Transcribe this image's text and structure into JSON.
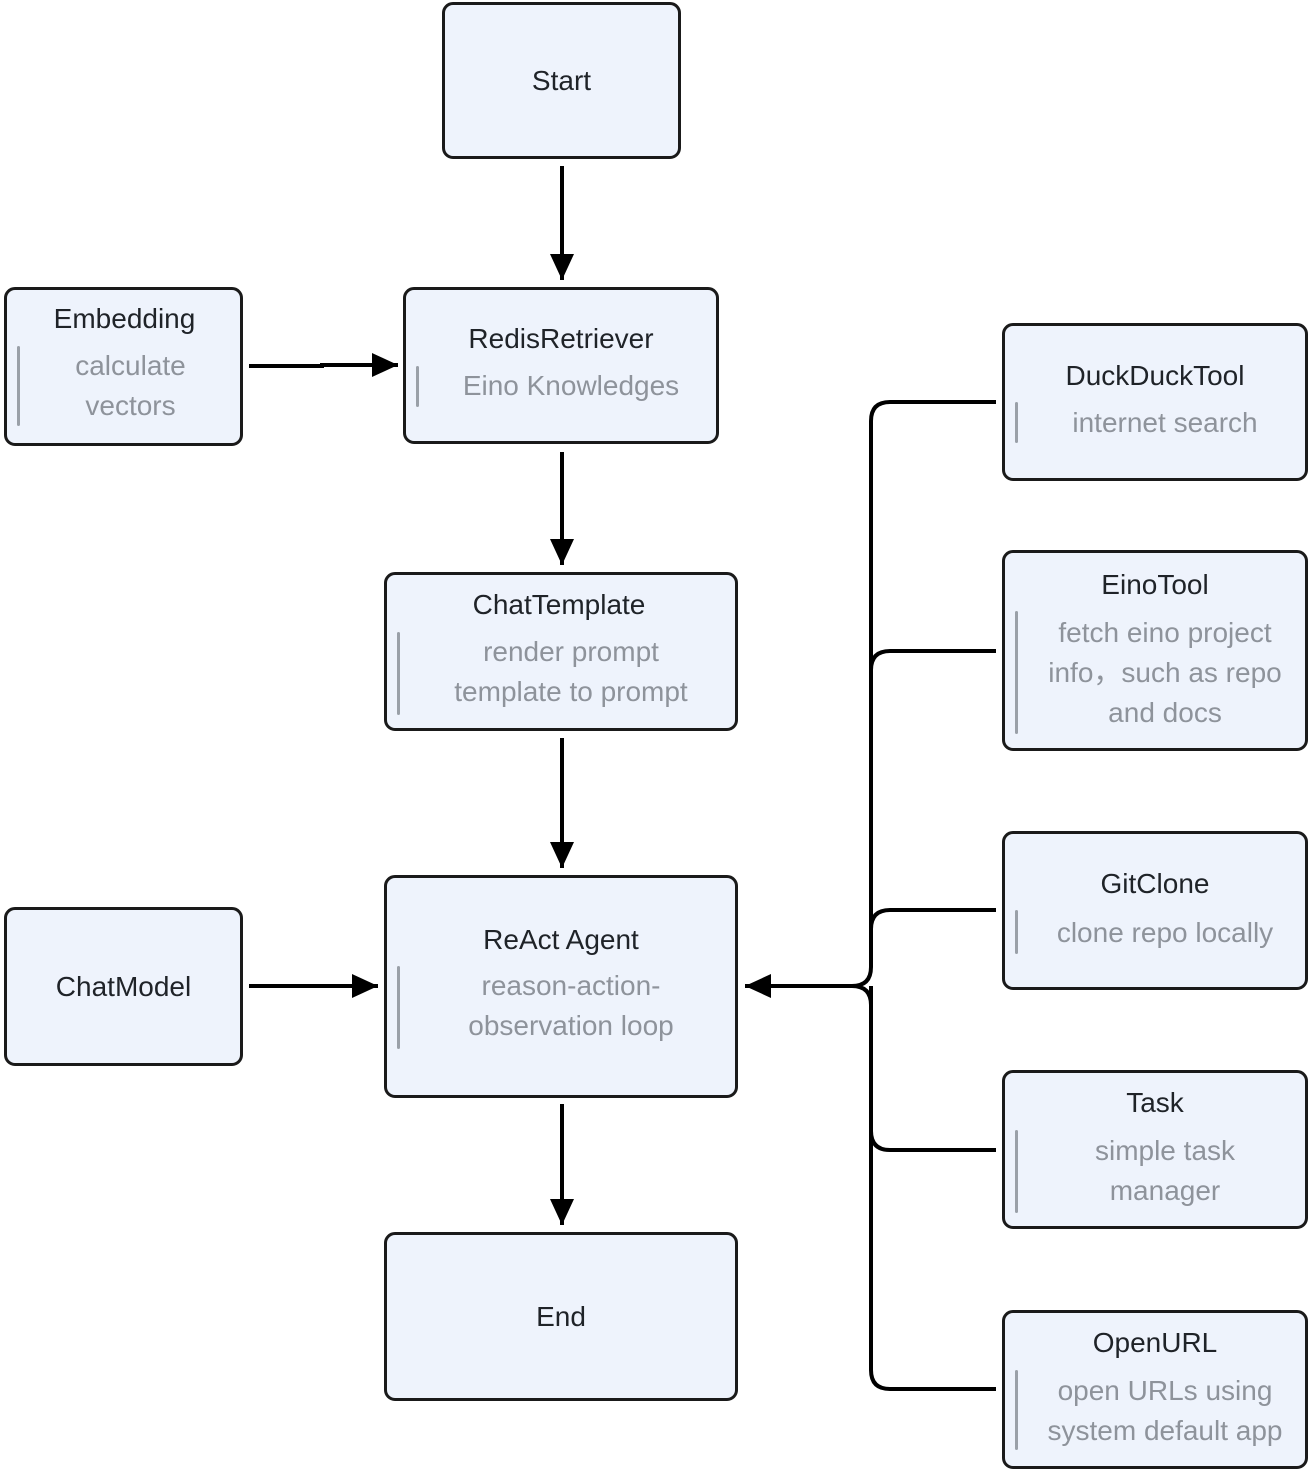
{
  "nodes": {
    "start": {
      "title": "Start"
    },
    "embedding": {
      "title": "Embedding",
      "desc": "calculate\nvectors"
    },
    "retriever": {
      "title": "RedisRetriever",
      "desc": "Eino Knowledges"
    },
    "template": {
      "title": "ChatTemplate",
      "desc": "render prompt\ntemplate to prompt"
    },
    "chatmodel": {
      "title": "ChatModel"
    },
    "agent": {
      "title": "ReAct Agent",
      "desc": "reason-action-\nobservation loop"
    },
    "end": {
      "title": "End"
    },
    "duck": {
      "title": "DuckDuckTool",
      "desc": "internet search"
    },
    "einotool": {
      "title": "EinoTool",
      "desc": "fetch eino project\ninfo，such as repo\nand docs"
    },
    "gitclone": {
      "title": "GitClone",
      "desc": "clone repo locally"
    },
    "task": {
      "title": "Task",
      "desc": "simple task\nmanager"
    },
    "openurl": {
      "title": "OpenURL",
      "desc": "open URLs using\nsystem default app"
    }
  },
  "colors": {
    "node_fill": "#eef3fc",
    "node_border": "#1a1a1a",
    "title_text": "#1f2328",
    "desc_text": "#8e939b",
    "desc_bar": "#9aa0a8",
    "edge": "#000000"
  }
}
